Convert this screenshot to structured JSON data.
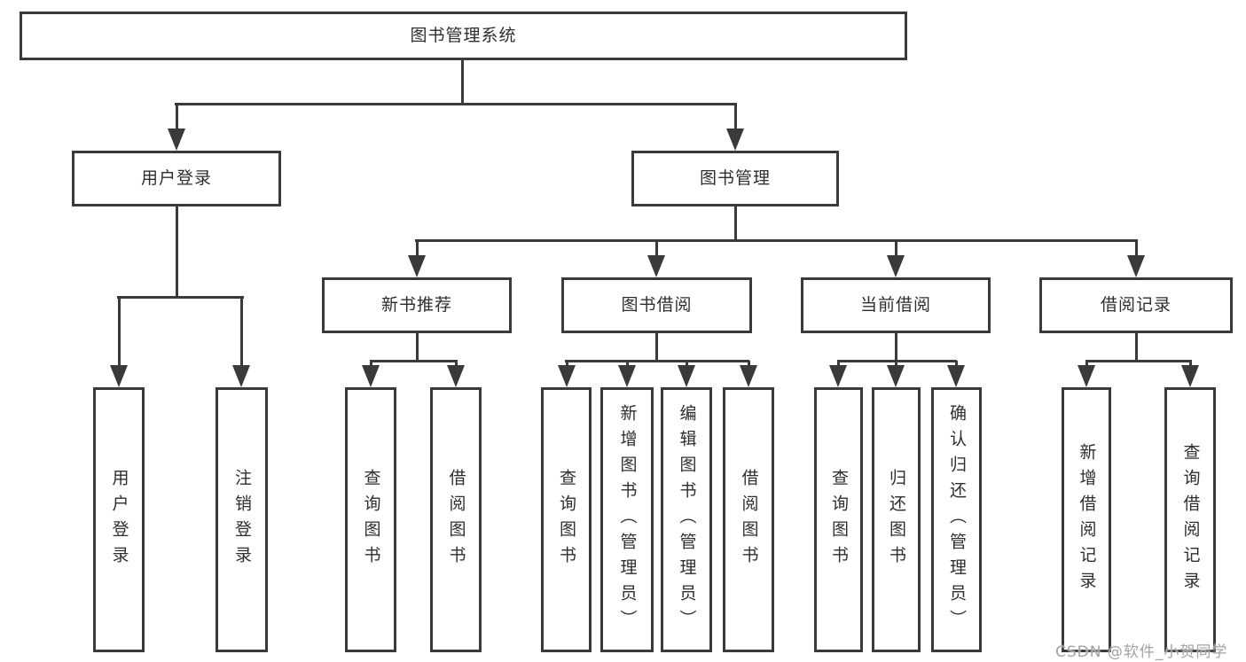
{
  "diagram": {
    "title": "图书管理系统",
    "nodes": [
      {
        "id": "root",
        "label": "图书管理系统",
        "level": 1
      },
      {
        "id": "user-login",
        "label": "用户登录",
        "level": 2
      },
      {
        "id": "book-mgmt",
        "label": "图书管理",
        "level": 2
      },
      {
        "id": "new-book-rec",
        "label": "新书推荐",
        "level": 3
      },
      {
        "id": "book-borrow",
        "label": "图书借阅",
        "level": 3
      },
      {
        "id": "current-borrow",
        "label": "当前借阅",
        "level": 3
      },
      {
        "id": "borrow-records",
        "label": "借阅记录",
        "level": 3
      },
      {
        "id": "leaf-user-login",
        "label": "用户登录",
        "parent": "user-login"
      },
      {
        "id": "leaf-logout",
        "label": "注销登录",
        "parent": "user-login"
      },
      {
        "id": "leaf-query-book-1",
        "label": "查询图书",
        "parent": "new-book-rec"
      },
      {
        "id": "leaf-borrow-book-1",
        "label": "借阅图书",
        "parent": "new-book-rec"
      },
      {
        "id": "leaf-query-book-2",
        "label": "查询图书",
        "parent": "book-borrow"
      },
      {
        "id": "leaf-add-book",
        "label": "新增图书（管理员）",
        "parent": "book-borrow"
      },
      {
        "id": "leaf-edit-book",
        "label": "编辑图书（管理员）",
        "parent": "book-borrow"
      },
      {
        "id": "leaf-borrow-book-2",
        "label": "借阅图书",
        "parent": "book-borrow"
      },
      {
        "id": "leaf-query-book-3",
        "label": "查询图书",
        "parent": "current-borrow"
      },
      {
        "id": "leaf-return-book",
        "label": "归还图书",
        "parent": "current-borrow"
      },
      {
        "id": "leaf-confirm-return",
        "label": "确认归还（管理员）",
        "parent": "current-borrow"
      },
      {
        "id": "leaf-add-borrow-record",
        "label": "新增借阅记录",
        "parent": "borrow-records"
      },
      {
        "id": "leaf-query-borrow-record",
        "label": "查询借阅记录",
        "parent": "borrow-records"
      }
    ]
  },
  "watermark": {
    "text": "CSDN @软件_小贺同学"
  },
  "colors": {
    "line": "#3a3a3a",
    "text": "#2e2e2e",
    "watermark": "#a3a3a3",
    "background": "#ffffff"
  }
}
